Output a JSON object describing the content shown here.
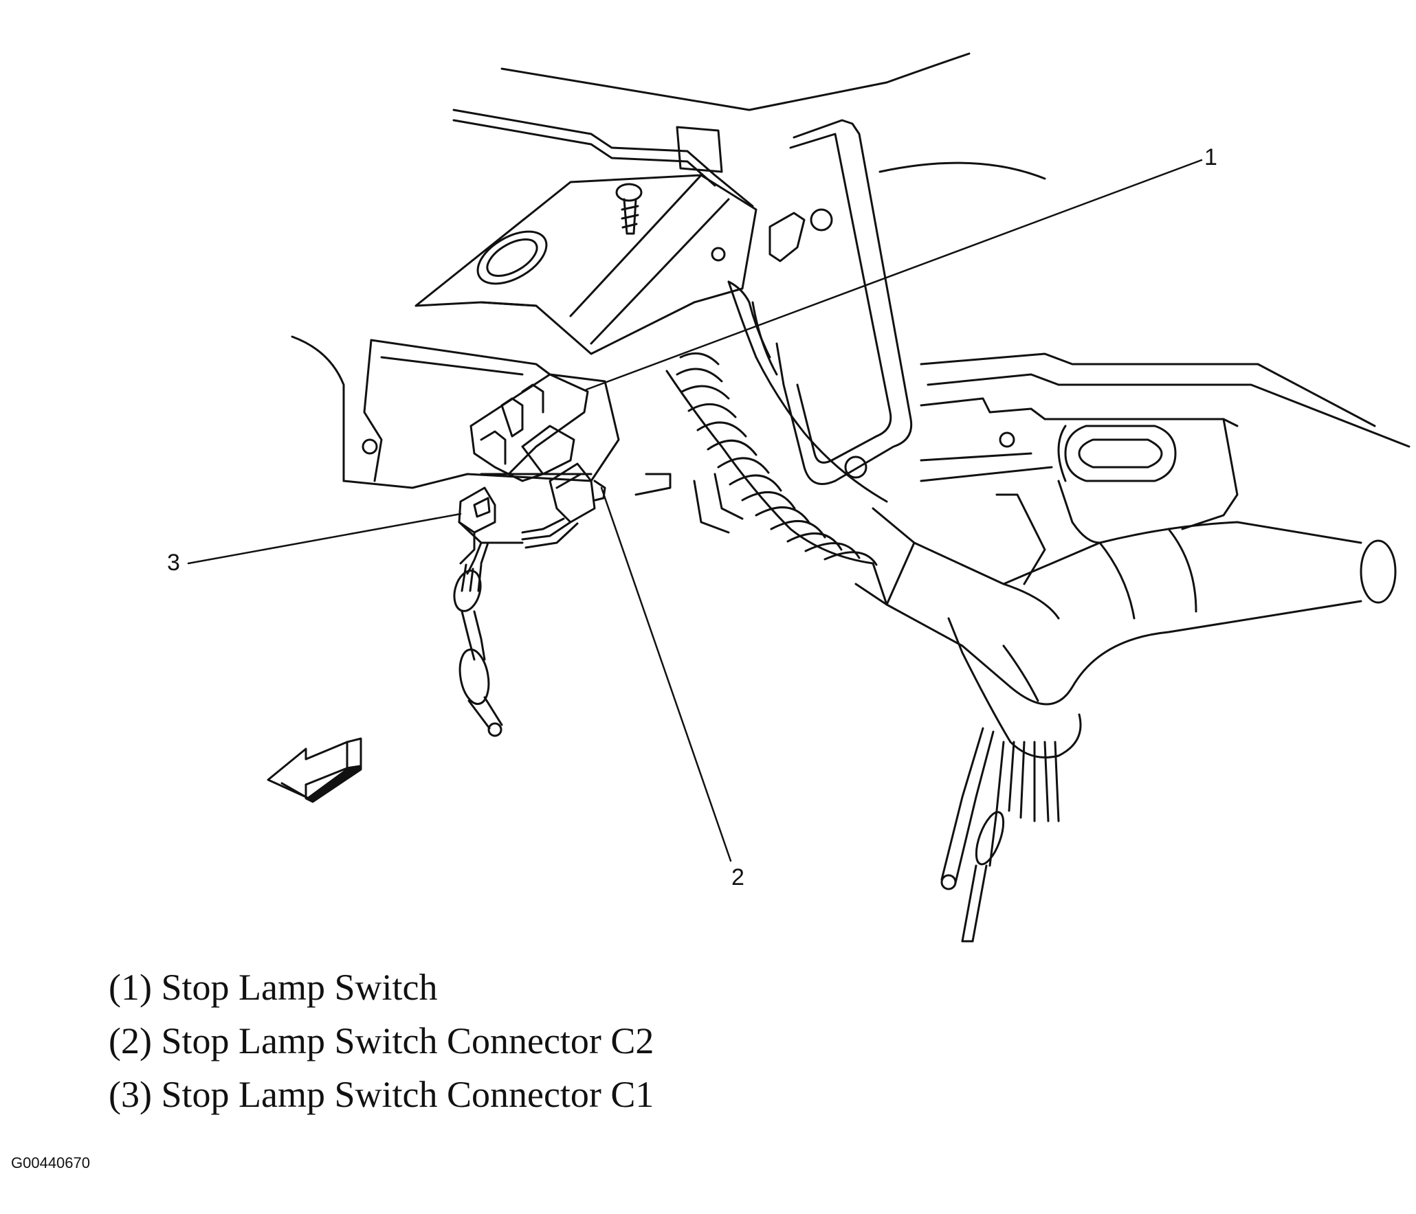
{
  "callouts": [
    {
      "number": "1",
      "target": "stop-lamp-switch"
    },
    {
      "number": "2",
      "target": "stop-lamp-switch-connector-c2"
    },
    {
      "number": "3",
      "target": "stop-lamp-switch-connector-c1"
    }
  ],
  "legend": [
    {
      "marker": "(1)",
      "text": "Stop Lamp Switch"
    },
    {
      "marker": "(2)",
      "text": "Stop Lamp Switch Connector C2"
    },
    {
      "marker": "(3)",
      "text": "Stop Lamp Switch Connector C1"
    }
  ],
  "figure_id": "G00440670",
  "colors": {
    "line": "#111111",
    "background": "#ffffff"
  },
  "icons": [
    "front-of-vehicle-arrow-icon"
  ]
}
